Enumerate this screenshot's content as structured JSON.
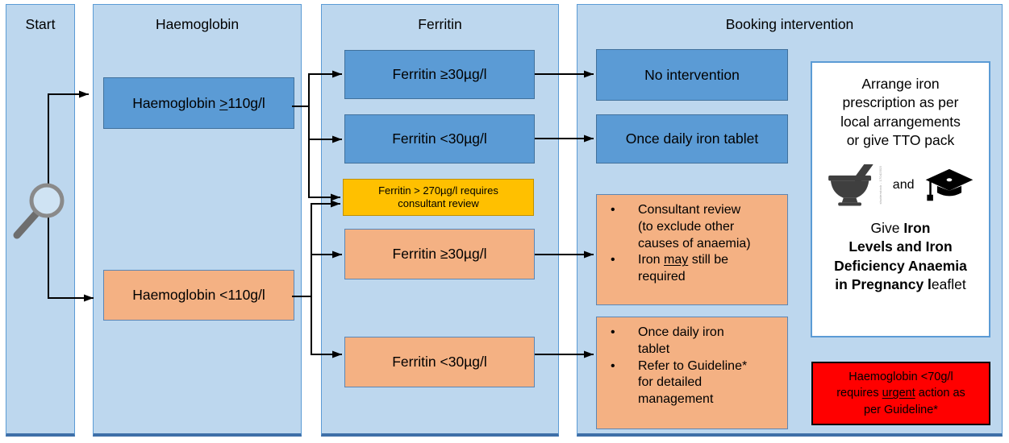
{
  "diagram": {
    "columns": {
      "start": {
        "title": "Start"
      },
      "haemoglobin": {
        "title": "Haemoglobin",
        "high_pre": "Haemoglobin ",
        "high_op": ">",
        "high_post": "110g/l",
        "low": "Haemoglobin <110g/l"
      },
      "ferritin": {
        "title": "Ferritin",
        "normal_high": "Ferritin ≥30µg/l",
        "normal_low": "Ferritin <30µg/l",
        "warning_line1": "Ferritin > 270µg/l requires",
        "warning_line2": "consultant review",
        "anaemic_high": "Ferritin ≥30µg/l",
        "anaemic_low": "Ferritin <30µg/l"
      },
      "booking": {
        "title": "Booking intervention",
        "no_intervention": "No intervention",
        "once_daily": "Once daily iron tablet",
        "consultant_bullet1": "Consultant review (to exclude other causes of anaemia)",
        "consultant_bullet2_pre": "Iron ",
        "consultant_bullet2_u": "may",
        "consultant_bullet2_post": " still be required",
        "daily_bullet1": "Once daily iron tablet",
        "daily_bullet2": "Refer to Guideline* for detailed management"
      }
    },
    "prescription_note": {
      "line1": "Arrange iron",
      "line2": "prescription as per",
      "line3": "local arrangements",
      "line4": "or give TTO pack",
      "and": "and",
      "watermark": "shutterstock - 17042503",
      "give_line1_pre": "Give ",
      "give_line1_bold": "Iron",
      "give_line2_bold": "Levels and Iron",
      "give_line3_bold": "Deficiency Anaemia",
      "give_line4_bold": "in Pregnancy l",
      "give_line4_post": "eaflet"
    },
    "urgent_note": {
      "line1": "Haemoglobin <70g/l",
      "line2_pre": "requires ",
      "line2_u": "urgent",
      "line2_post": " action as",
      "line3": "per Guideline*"
    },
    "colors": {
      "column_fill": "#BDD7EE",
      "column_border": "#5B9BD5",
      "blue_box": "#5B9BD5",
      "orange_box": "#F4B183",
      "yellow_box": "#FFC000",
      "red_box": "#FF0000",
      "white_box": "#FFFFFF",
      "arrow": "#000000"
    }
  }
}
